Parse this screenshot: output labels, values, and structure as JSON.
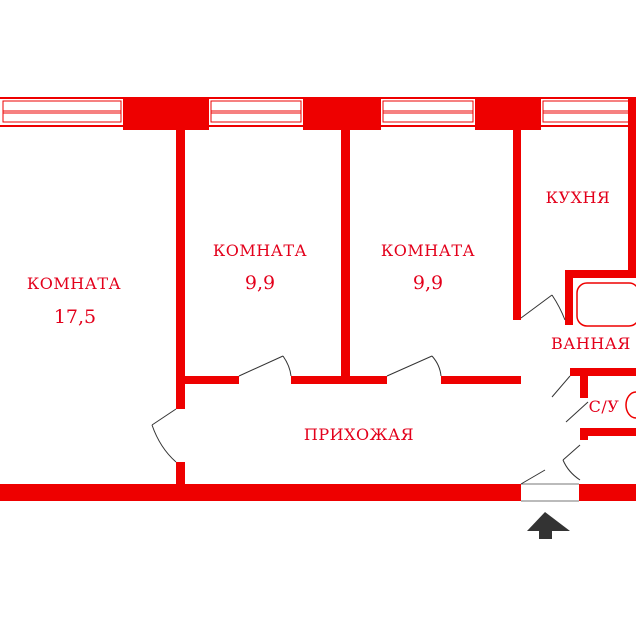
{
  "colors": {
    "wall": "#ee0000",
    "label": "#e3001b",
    "background": "#ffffff",
    "door_line": "#333333",
    "entrance_arrow": "#333333"
  },
  "rooms": {
    "room_large": {
      "name": "КОМНАТА",
      "area": "17,5"
    },
    "room_middle": {
      "name": "КОМНАТА",
      "area": "9,9"
    },
    "room_right": {
      "name": "КОМНАТА",
      "area": "9,9"
    },
    "kitchen": {
      "name": "КУХНЯ"
    },
    "bathroom": {
      "name": "ВАННАЯ"
    },
    "toilet": {
      "name": "С/У"
    },
    "hallway": {
      "name": "ПРИХОЖАЯ"
    }
  },
  "icons": {
    "entrance": "entrance-arrow-icon",
    "stove": "stove-icon",
    "bathtub": "bathtub-icon",
    "toilet": "toilet-icon"
  }
}
